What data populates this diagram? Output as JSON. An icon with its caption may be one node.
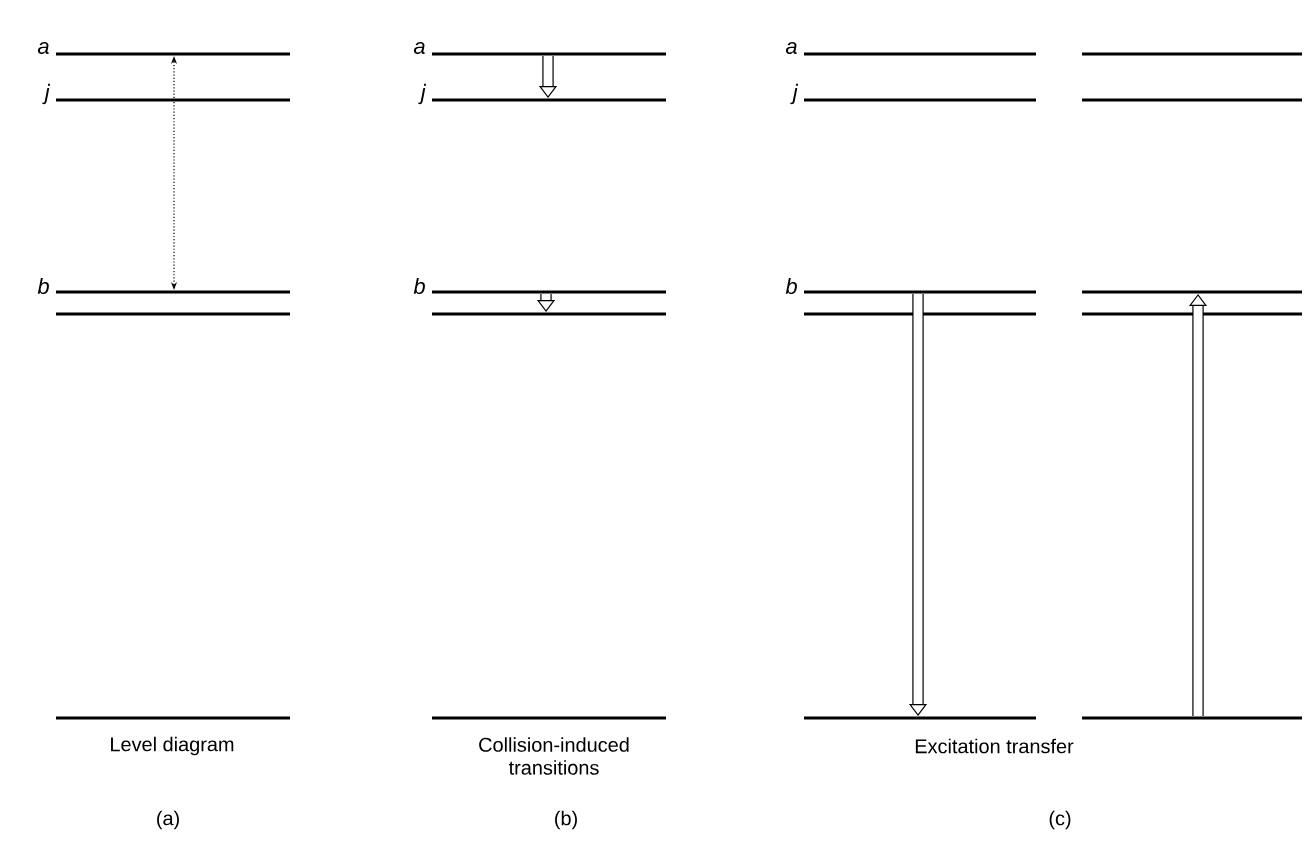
{
  "diagram": {
    "nodes": [
      {
        "text": [],
        "shape": "bar",
        "beside": [
          "a"
        ]
      },
      {
        "text": [],
        "shape": "bar",
        "beside": [
          "j"
        ]
      },
      {
        "text": [],
        "shape": "bar",
        "beside": [
          "b"
        ]
      },
      {
        "text": [],
        "shape": "bar"
      },
      {
        "text": [],
        "shape": "bar"
      },
      {
        "text": [],
        "shape": "bar",
        "beside": [
          "a"
        ]
      },
      {
        "text": [],
        "shape": "bar",
        "beside": [
          "j"
        ]
      },
      {
        "text": [],
        "shape": "bar",
        "beside": [
          "b"
        ]
      },
      {
        "text": [],
        "shape": "bar"
      },
      {
        "text": [],
        "shape": "bar"
      },
      {
        "text": [],
        "shape": "bar",
        "beside": [
          "a"
        ]
      },
      {
        "text": [],
        "shape": "bar",
        "beside": [
          "j"
        ]
      },
      {
        "text": [],
        "shape": "bar",
        "beside": [
          "b"
        ]
      },
      {
        "text": [],
        "shape": "bar"
      },
      {
        "text": [],
        "shape": "bar"
      },
      {
        "text": [],
        "shape": "bar"
      },
      {
        "text": [],
        "shape": "bar"
      },
      {
        "text": [],
        "shape": "bar"
      },
      {
        "text": [],
        "shape": "bar"
      },
      {
        "text": [],
        "shape": "bar"
      }
    ],
    "edges": [
      {
        "from": 1,
        "to": 0,
        "arrow": "to",
        "style": "dashed"
      },
      {
        "from": 1,
        "to": 2,
        "arrow": "to",
        "style": "dashed"
      },
      {
        "from": 5,
        "to": 6,
        "arrow": "to"
      },
      {
        "from": 7,
        "to": 8,
        "arrow": "to"
      },
      {
        "from": 12,
        "to": 14,
        "arrow": "to"
      },
      {
        "from": 19,
        "to": 17,
        "arrow": "to"
      }
    ],
    "labels": [
      "Level diagram",
      "Collision-induced transitions",
      "Excitation transfer",
      "(a)",
      "(b)",
      "(c)"
    ]
  }
}
